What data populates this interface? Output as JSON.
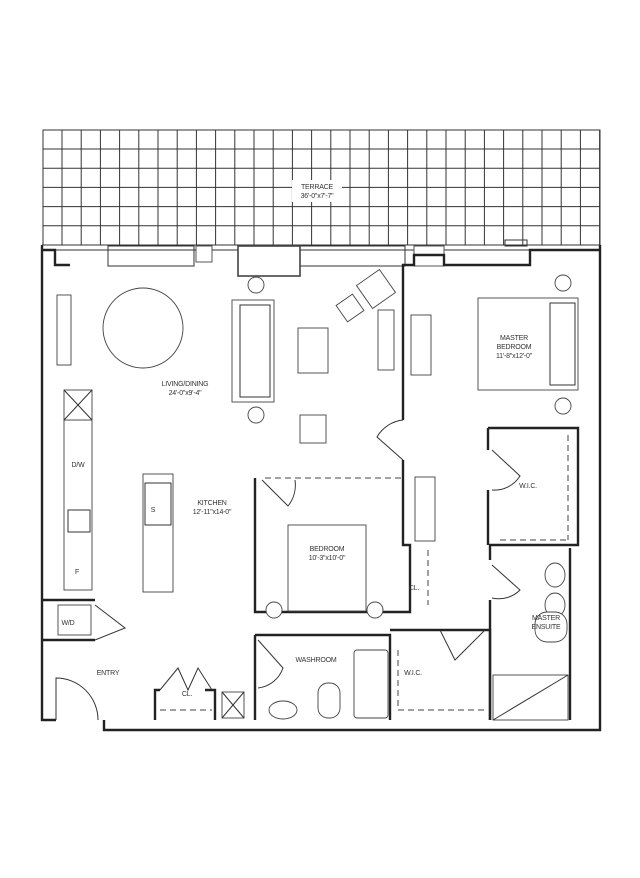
{
  "rooms": {
    "terrace": {
      "name": "TERRACE",
      "size": "36'-0\"x7'-7\""
    },
    "living_dining": {
      "name": "LIVING/DINING",
      "size": "24'-0\"x9'-4\""
    },
    "master_bedroom": {
      "name1": "MASTER",
      "name2": "BEDROOM",
      "size": "11'-8\"x12'-0\""
    },
    "kitchen": {
      "name": "KITCHEN",
      "size": "12'-11\"x14-0\""
    },
    "bedroom": {
      "name": "BEDROOM",
      "size": "10'-3\"x10'-0\""
    },
    "master_wic": {
      "name": "W.I.C."
    },
    "bedroom_closet": {
      "name": "CL."
    },
    "master_ensuite": {
      "name1": "MASTER",
      "name2": "ENSUITE"
    },
    "washroom": {
      "name": "WASHROOM"
    },
    "wic": {
      "name": "W.I.C."
    },
    "entry": {
      "name": "ENTRY"
    },
    "entry_closet": {
      "name": "CL."
    }
  },
  "appliances": {
    "dishwasher": "D/W",
    "stove": "S",
    "fridge": "F",
    "washer_dryer": "W/D"
  },
  "colors": {
    "line": "#222222",
    "background": "#ffffff"
  }
}
